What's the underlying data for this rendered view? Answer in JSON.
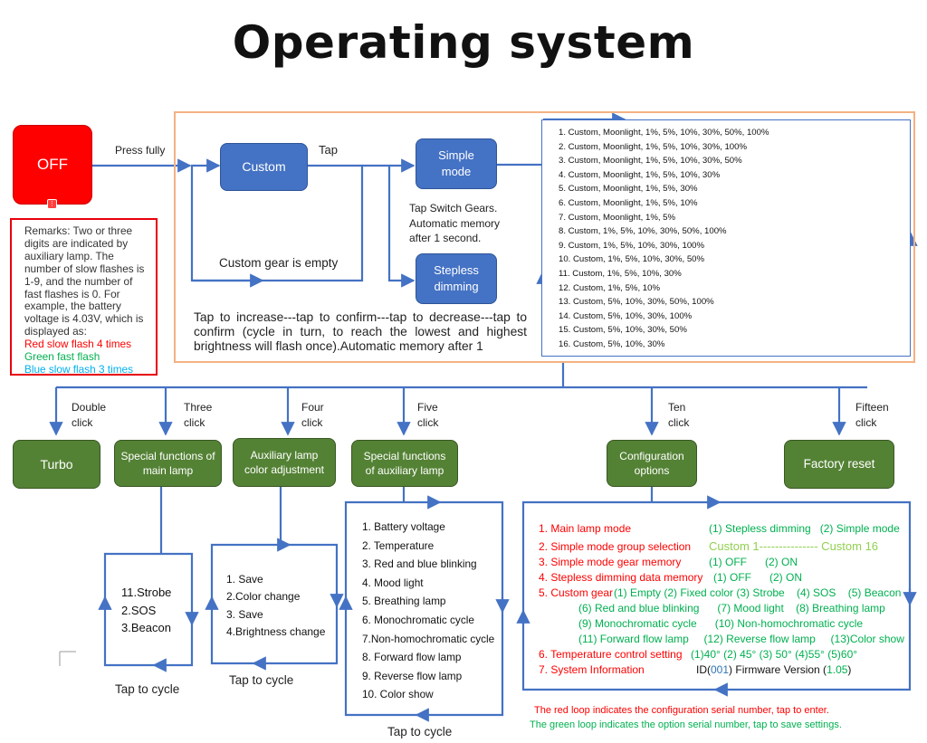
{
  "title": "Operating system",
  "off_label": "OFF",
  "press_fully": "Press fully",
  "tap": "Tap",
  "custom": "Custom",
  "custom_empty": "Custom gear is empty",
  "simple_mode": "Simple mode",
  "stepless_dimming": "Stepless dimming",
  "tap_switch": "Tap Switch Gears. Automatic memory after 1 second.",
  "tap_increase": "Tap to increase---tap to confirm---tap to decrease---tap to confirm (cycle in turn, to reach the lowest and highest brightness will flash once).Automatic memory after 1",
  "remarks": {
    "text": "Remarks: Two or three digits are indicated by auxiliary lamp. The number of slow flashes is 1-9, and the number of fast flashes is 0. For example, the battery voltage is 4.03V, which is displayed as:",
    "red": "Red slow flash 4 times",
    "green": "Green fast flash",
    "blue": "Blue slow flash 3 times"
  },
  "simple_modes": [
    "1. Custom, Moonlight, 1%, 5%, 10%, 30%, 50%, 100%",
    "2. Custom, Moonlight, 1%, 5%, 10%, 30%, 100%",
    "3. Custom, Moonlight, 1%, 5%, 10%, 30%, 50%",
    "4. Custom, Moonlight, 1%, 5%, 10%, 30%",
    "5. Custom, Moonlight, 1%, 5%, 30%",
    "6. Custom, Moonlight, 1%, 5%, 10%",
    "7. Custom, Moonlight, 1%, 5%",
    "8. Custom, 1%, 5%, 10%, 30%, 50%, 100%",
    "9. Custom, 1%, 5%, 10%, 30%, 100%",
    "10. Custom, 1%, 5%, 10%, 30%, 50%",
    "11. Custom, 1%, 5%, 10%, 30%",
    "12. Custom, 1%, 5%, 10%",
    "13. Custom, 5%, 10%, 30%, 50%, 100%",
    "14. Custom, 5%, 10%, 30%, 100%",
    "15. Custom, 5%, 10%, 30%, 50%",
    "16. Custom, 5%, 10%, 30%"
  ],
  "clicks": {
    "double": "Double click",
    "three": "Three click",
    "four": "Four click",
    "five": "Five click",
    "ten": "Ten click",
    "fifteen": "Fifteen click"
  },
  "boxes": {
    "turbo": "Turbo",
    "special_main": "Special functions of main lamp",
    "aux_color": "Auxiliary lamp color adjustment",
    "special_aux": "Special functions of auxiliary lamp",
    "config": "Configuration options",
    "factory": "Factory reset"
  },
  "main_special": [
    "11.Strobe",
    "2.SOS",
    "3.Beacon"
  ],
  "aux_color_items": [
    "1. Save",
    "2.Color change",
    "3. Save",
    "4.Brightness change"
  ],
  "aux_special_items": [
    "1. Battery voltage",
    "2. Temperature",
    "3. Red and blue blinking",
    "4. Mood light",
    "5. Breathing lamp",
    "6. Monochromatic cycle",
    "7.Non-homochromatic cycle",
    "8. Forward flow lamp",
    "9. Reverse flow lamp",
    "10. Color show"
  ],
  "tap_to_cycle": "Tap to cycle",
  "config": {
    "r1": "1. Main lamp mode",
    "g1": "(1) Stepless dimming   (2) Simple mode",
    "r2": "2. Simple mode group selection",
    "g2": "Custom 1--------------- Custom 16",
    "r3": "3. Simple mode gear memory",
    "g3": "(1) OFF      (2) ON",
    "r4": "4. Stepless dimming data memory",
    "g4": "(1) OFF      (2) ON",
    "r5": "5. Custom gear",
    "g5a": "(1) Empty (2) Fixed color (3) Strobe    (4) SOS    (5) Beacon",
    "g5b": "(6) Red and blue blinking      (7) Mood light    (8) Breathing lamp",
    "g5c": "(9) Monochromatic cycle      (10) Non-homochromatic cycle",
    "g5d": "(11) Forward flow lamp     (12) Reverse flow lamp     (13)Color show",
    "r6": "6. Temperature control setting",
    "g6": "(1)40° (2) 45° (3) 50° (4)55° (5)60°",
    "r7": "7. System Information",
    "id_prefix": "ID(",
    "id_value": "001",
    "fw_prefix": ") Firmware Version (",
    "fw_value": "1.05",
    "fw_suffix": ")"
  },
  "note_red": "The red loop indicates the configuration serial number, tap to enter.",
  "note_green": "The green loop indicates the option serial number, tap to save settings.",
  "colors": {
    "blue_box": "#4472c4",
    "green_box": "#548235",
    "off_red": "#ff0000",
    "orange_frame": "#f4b183",
    "arrow": "#4472c4"
  }
}
